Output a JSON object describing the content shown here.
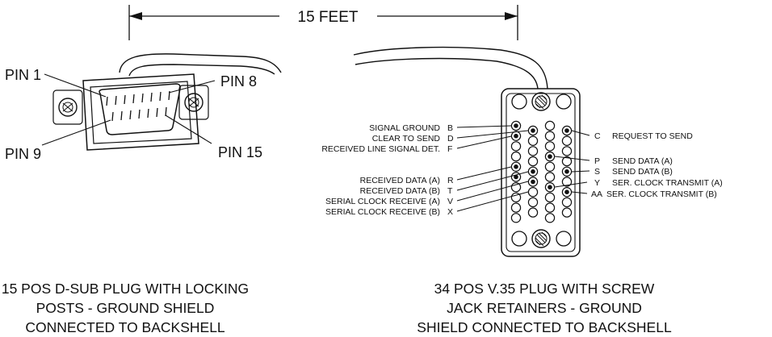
{
  "cable": {
    "length_label": "15 FEET"
  },
  "dsub": {
    "pin_labels": {
      "pin1": "PIN 1",
      "pin8": "PIN 8",
      "pin9": "PIN 9",
      "pin15": "PIN 15"
    },
    "caption_lines": [
      "15 POS D-SUB PLUG WITH LOCKING",
      "POSTS - GROUND SHIELD",
      "CONNECTED TO BACKSHELL"
    ]
  },
  "v35": {
    "left_signals": [
      {
        "name": "SIGNAL GROUND",
        "pin": "B"
      },
      {
        "name": "CLEAR TO SEND",
        "pin": "D"
      },
      {
        "name": "RECEIVED LINE SIGNAL DET.",
        "pin": "F"
      },
      {
        "name": "RECEIVED DATA  (A)",
        "pin": "R"
      },
      {
        "name": "RECEIVED DATA  (B)",
        "pin": "T"
      },
      {
        "name": "SERIAL CLOCK RECEIVE  (A)",
        "pin": "V"
      },
      {
        "name": "SERIAL CLOCK RECEIVE  (B)",
        "pin": "X"
      }
    ],
    "right_signals": [
      {
        "pin": "C",
        "name": "REQUEST TO SEND"
      },
      {
        "pin": "P",
        "name": "SEND DATA  (A)"
      },
      {
        "pin": "S",
        "name": "SEND DATA  (B)"
      },
      {
        "pin": "Y",
        "name": "SER. CLOCK TRANSMIT  (A)"
      },
      {
        "pin": "AA",
        "name": "SER. CLOCK TRANSMIT  (B)"
      }
    ],
    "caption_lines": [
      "34 POS V.35 PLUG WITH SCREW",
      "JACK RETAINERS - GROUND",
      "SHIELD CONNECTED TO BACKSHELL"
    ]
  }
}
